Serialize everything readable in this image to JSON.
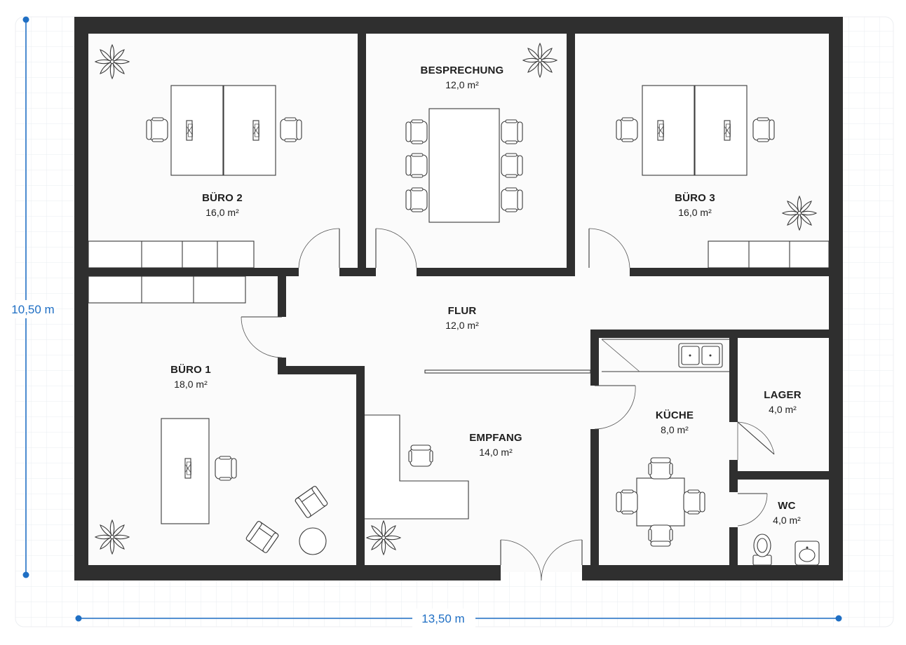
{
  "plan": {
    "rooms": [
      {
        "id": "buero-2",
        "name": "BÜRO 2",
        "area": "16,0 m²"
      },
      {
        "id": "besprechung",
        "name": "BESPRECHUNG",
        "area": "12,0 m²"
      },
      {
        "id": "buero-3",
        "name": "BÜRO 3",
        "area": "16,0 m²"
      },
      {
        "id": "flur",
        "name": "FLUR",
        "area": "12,0 m²"
      },
      {
        "id": "buero-1",
        "name": "BÜRO 1",
        "area": "18,0 m²"
      },
      {
        "id": "empfang",
        "name": "EMPFANG",
        "area": "14,0 m²"
      },
      {
        "id": "kueche",
        "name": "KÜCHE",
        "area": "8,0 m²"
      },
      {
        "id": "lager",
        "name": "LAGER",
        "area": "4,0 m²"
      },
      {
        "id": "wc",
        "name": "WC",
        "area": "4,0 m²"
      }
    ],
    "dimensions": {
      "width": "13,50 m",
      "height": "10,50 m"
    },
    "colors": {
      "wall": "#2f2f2f",
      "dimension": "#1f6fc4",
      "grid": "#e9ecf0"
    }
  }
}
